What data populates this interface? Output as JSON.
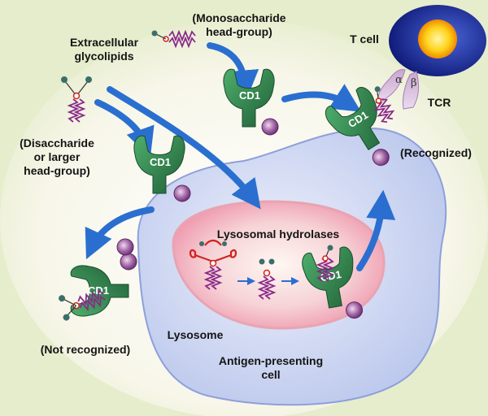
{
  "labels": {
    "monosaccharide_line1": "(Monosaccharide",
    "monosaccharide_line2": "head-group)",
    "t_cell": "T cell",
    "extracellular_line1": "Extracellular",
    "extracellular_line2": "glycolipids",
    "tcr": "TCR",
    "alpha": "α",
    "beta": "β",
    "disaccharide_line1": "(Disaccharide",
    "disaccharide_line2": "or larger",
    "disaccharide_line3": "head-group)",
    "recognized": "(Recognized)",
    "lysosomal_hydrolases": "Lysosomal hydrolases",
    "lysosome": "Lysosome",
    "not_recognized": "(Not recognized)",
    "apc_line1": "Antigen-presenting",
    "apc_line2": "cell",
    "cd1": "CD1"
  },
  "colors": {
    "background": "#e9efd3",
    "cd1_green": "#2e7d4a",
    "arrow_blue": "#2a6fd0",
    "lipid_purple": "#8a2a8a",
    "sugar_red": "#d0231c",
    "sugar_teal": "#3c6e6a",
    "lysosome_pink": "#f2c4cf",
    "apc_blue": "#c3cdee",
    "t_cell_navy": "#1c2a8c",
    "nucleus_yellow": "#ffd21a"
  }
}
